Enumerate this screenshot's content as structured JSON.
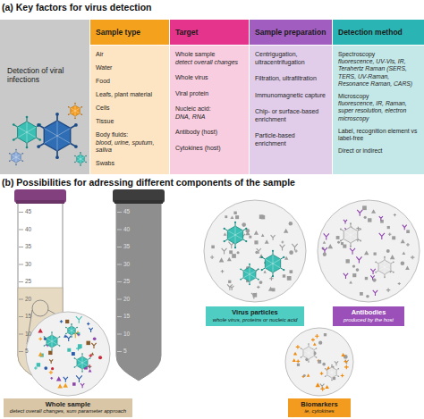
{
  "diagram": {
    "nodes": [
      {
        "text": [
          "Detection of viral infections"
        ]
      },
      {
        "text": [
          "Sample type"
        ]
      },
      {
        "text": [
          "Air",
          "Water",
          "Food",
          "Leafs, plant material",
          "Cells",
          "Tissue",
          "Body fluids:",
          "blood, urine, sputum, saliva",
          "Swabs"
        ]
      },
      {
        "text": [
          "Target"
        ]
      },
      {
        "text": [
          "Whole sample",
          "detect overall changes",
          "Whole virus",
          "Viral protein",
          "Nucleic acid:",
          "DNA, RNA",
          "Antibody (host)",
          "Cytokines (host)"
        ]
      },
      {
        "text": [
          "Sample preparation"
        ]
      },
      {
        "text": [
          "Centrigugation, ultracentrifugation",
          "Filtration, ultrafiltration",
          "Immunomagnetic capture",
          "Chip- or surface-based enrichment",
          "Particle-based enrichment"
        ]
      },
      {
        "text": [
          "Detection method"
        ]
      },
      {
        "text": [
          "Spectroscopy",
          "fluorescence, UV-Vis, IR, Terahertz Raman (SERS, TERS, UV-Raman, Resonance Raman, CARS)",
          "Microscopy",
          "fluorescence, IR, Raman, super resolution, electron microscopy",
          "Label, recognition element vs label-free",
          "Direct or indirect"
        ]
      },
      {
        "text": [
          "Whole sample",
          "detect overall changes, sum parameter approach"
        ]
      },
      {
        "text": [
          "Virus particles",
          "whole virus, proteins or nucleic acid"
        ]
      },
      {
        "text": [
          "Antibodies",
          "produced by the host"
        ]
      },
      {
        "text": [
          "Biomarkers",
          "ie, cytokines"
        ]
      }
    ],
    "labels": [
      "(a) Key factors for virus detection",
      "(b) Possibilities for adressing different components of the sample",
      "45",
      "40",
      "35",
      "30",
      "25",
      "20",
      "15",
      "10",
      "5",
      "45",
      "40",
      "35",
      "30",
      "25",
      "20",
      "15",
      "10",
      "5"
    ]
  }
}
